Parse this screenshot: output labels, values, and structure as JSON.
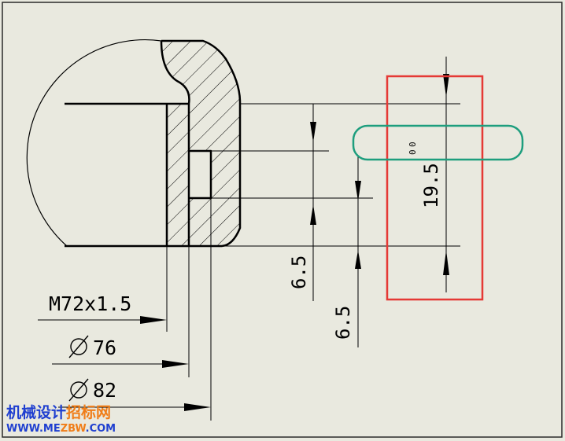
{
  "dimensions": {
    "thread": "M72x1.5",
    "dia_76": "76",
    "dia_82": "82",
    "d_6_5_a": "6.5",
    "d_6_5_b": "6.5",
    "d_19_5": "19.5",
    "d_hidden": "0"
  },
  "diameter_symbol": "Ø",
  "watermark": {
    "line1_part1": "机械设计",
    "line1_part2": "招标网",
    "line2_part1": "WWW.ME",
    "line2_part2": "ZBW",
    "line2_part3": ".COM"
  },
  "colors": {
    "background": "#e9e9df",
    "frame": "#2a2a2a",
    "red_box": "#e53935",
    "teal_box": "#1e9e7e",
    "wm_blue": "#1f3fd0",
    "wm_orange": "#f07d18"
  }
}
